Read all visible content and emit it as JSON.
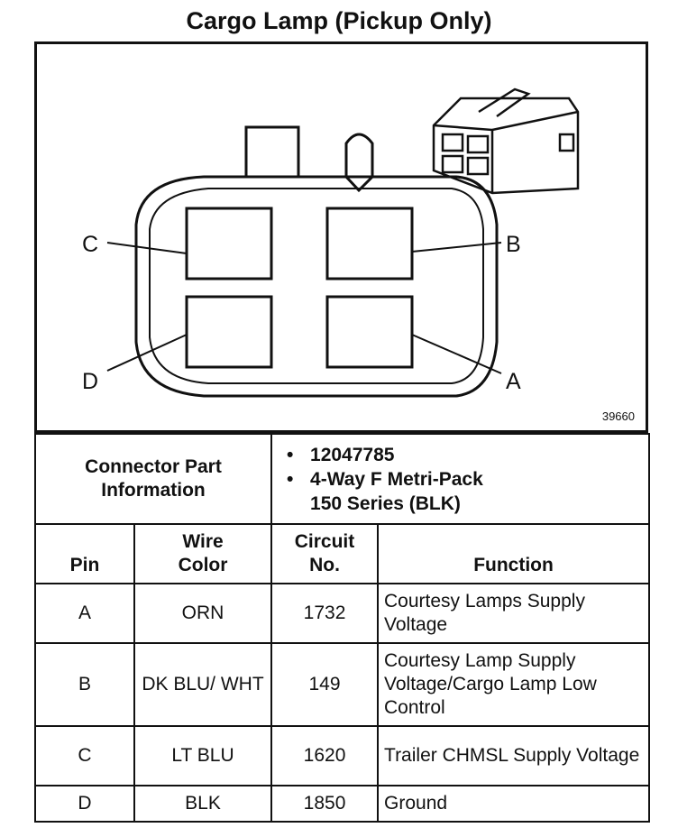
{
  "title": "Cargo Lamp (Pickup Only)",
  "diagram": {
    "pins": [
      "A",
      "B",
      "C",
      "D"
    ],
    "ref_number": "39660"
  },
  "connector_info": {
    "label": "Connector Part Information",
    "part_number": "12047785",
    "description_line1": "4-Way F Metri-Pack",
    "description_line2": "150 Series (BLK)"
  },
  "columns": {
    "pin": "Pin",
    "wire_color": "Wire Color",
    "circuit_no": "Circuit No.",
    "function": "Function"
  },
  "rows": [
    {
      "pin": "A",
      "wire_color": "ORN",
      "circuit": "1732",
      "function": "Courtesy Lamps Supply Voltage"
    },
    {
      "pin": "B",
      "wire_color": "DK BLU/ WHT",
      "circuit": "149",
      "function": "Courtesy Lamp Supply Voltage/Cargo Lamp Low Control"
    },
    {
      "pin": "C",
      "wire_color": "LT BLU",
      "circuit": "1620",
      "function": "Trailer CHMSL Supply Voltage"
    },
    {
      "pin": "D",
      "wire_color": "BLK",
      "circuit": "1850",
      "function": "Ground"
    }
  ]
}
